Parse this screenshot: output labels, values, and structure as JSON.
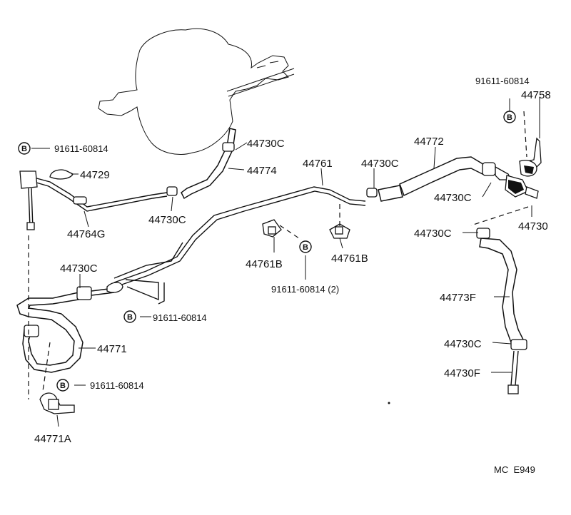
{
  "labels": {
    "bolt_top_left": "91611-60814",
    "p44729": "44729",
    "p44764g": "44764G",
    "clamp_a": "44730C",
    "p44774": "44774",
    "clamp_b": "44730C",
    "p44761": "44761",
    "clamp_c": "44730C",
    "p44772": "44772",
    "bolt_top_right": "91611-60814",
    "p44758": "44758",
    "clamp_d": "44730C",
    "p44730": "44730",
    "clamp_e": "44730C",
    "p44761b_left": "44761B",
    "p44761b_right": "44761B",
    "bolt_center": "91611-60814 (2)",
    "clamp_f": "44730C",
    "bolt_mid_left": "91611-60814",
    "p44771": "44771",
    "bolt_bottom_left": "91611-60814",
    "p44771a": "44771A",
    "p44773f": "44773F",
    "clamp_g": "44730C",
    "p44730f": "44730F",
    "code": "MC  E949"
  },
  "bolt_symbol": "B"
}
